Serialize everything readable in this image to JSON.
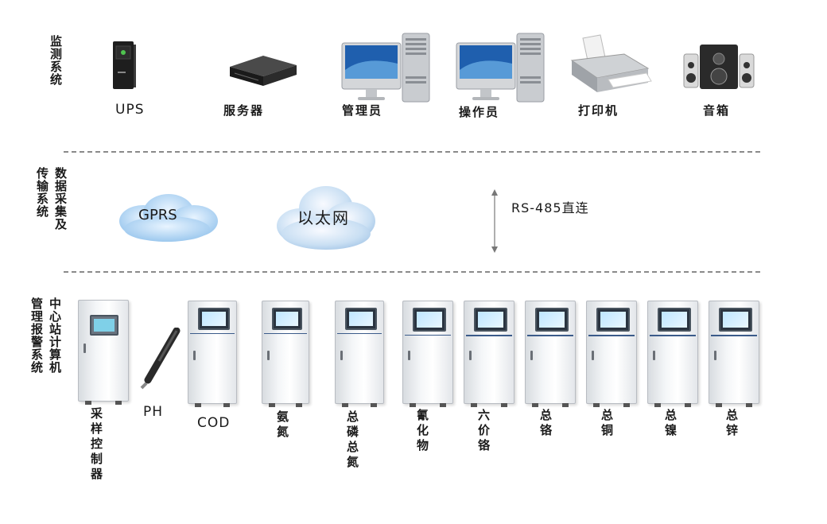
{
  "sections": {
    "monitor": {
      "label": "监测系统"
    },
    "transfer": {
      "col1": "传输系统",
      "col2": "数据采集及"
    },
    "alarm": {
      "col1": "管理报警系统",
      "col2": "中心站计算机"
    }
  },
  "top_devices": [
    {
      "label": "UPS"
    },
    {
      "label": "服务器"
    },
    {
      "label": "管理员"
    },
    {
      "label": "操作员"
    },
    {
      "label": "打印机"
    },
    {
      "label": "音箱"
    }
  ],
  "network": {
    "gprs": "GPRS",
    "ethernet": "以太网",
    "rs485": "RS-485直连"
  },
  "instruments": [
    {
      "label": "采样控制器"
    },
    {
      "label": "PH"
    },
    {
      "label": "COD"
    },
    {
      "label": "氨氮"
    },
    {
      "label": "总磷总氮"
    },
    {
      "label": "氰化物"
    },
    {
      "label": "六价铬"
    },
    {
      "label": "总铬"
    },
    {
      "label": "总铜"
    },
    {
      "label": "总镍"
    },
    {
      "label": "总锌"
    }
  ]
}
